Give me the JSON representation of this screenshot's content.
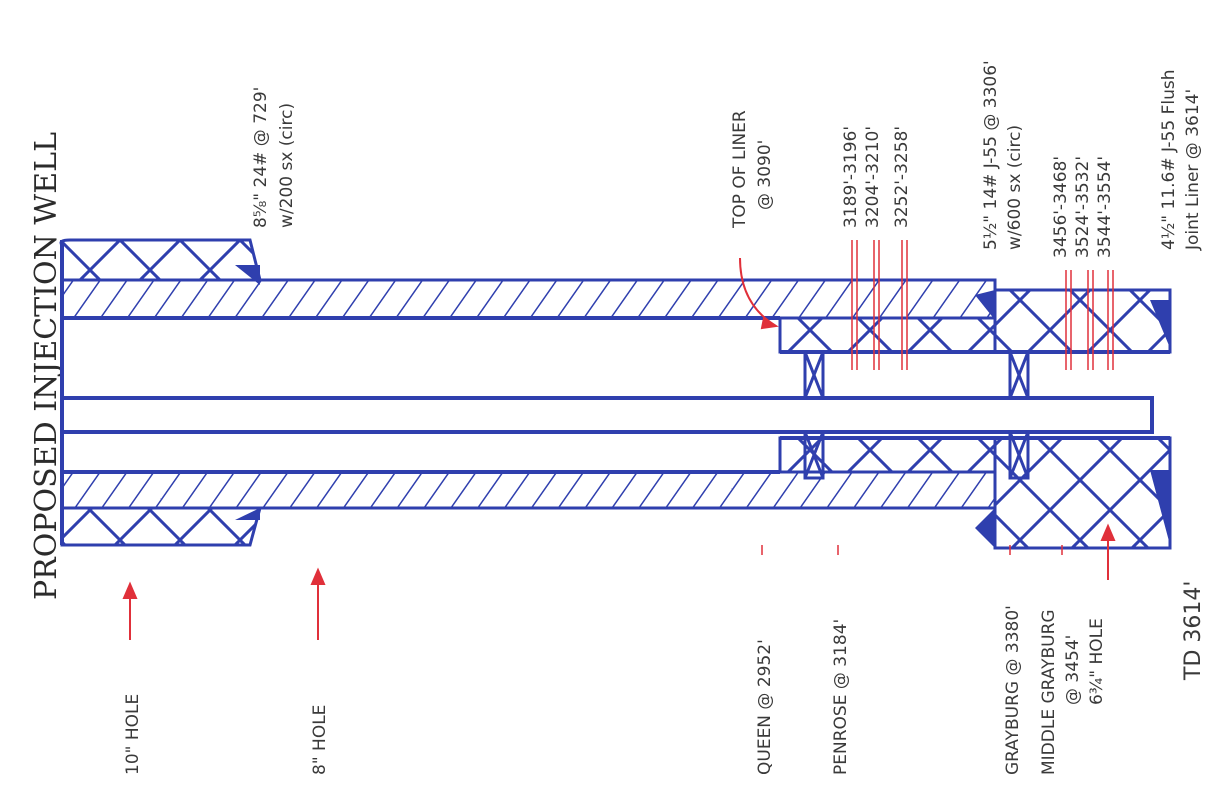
{
  "title": "PROPOSED INJECTION WELL",
  "holes": {
    "hole_10": "10\" HOLE",
    "hole_8": "8\" HOLE",
    "hole_634": "6¾\" HOLE"
  },
  "formations": {
    "queen": "QUEEN @ 2952'",
    "penrose": "PENROSE @ 3184'",
    "grayburg": "GRAYBURG @ 3380'",
    "middle_grayburg_1": "MIDDLE GRAYBURG",
    "middle_grayburg_2": "@ 3454'"
  },
  "casing": {
    "surface_1": "8⅝\" 24# @ 729'",
    "surface_2": "w/200 sx (circ)",
    "production_1": "5½\" 14# J-55 @ 3306'",
    "production_2": "w/600 sx (circ)",
    "liner_1": "4½\" 11.6# J-55 Flush",
    "liner_2": "Joint Liner @ 3614'",
    "top_of_liner_1": "TOP OF LINER",
    "top_of_liner_2": "@ 3090'"
  },
  "perforations": {
    "upper": [
      "3189'-3196'",
      "3204'-3210'",
      "3252'-3258'"
    ],
    "lower": [
      "3456'-3468'",
      "3524'-3532'",
      "3544'-3554'"
    ]
  },
  "td": "TD 3614'",
  "colors": {
    "steel": "#2f3fae",
    "annulus": "#ffffff",
    "hatch": "#2f3fae",
    "arrow": "#e0303a",
    "perf": "#e0303a",
    "text": "#3a3a3a"
  }
}
